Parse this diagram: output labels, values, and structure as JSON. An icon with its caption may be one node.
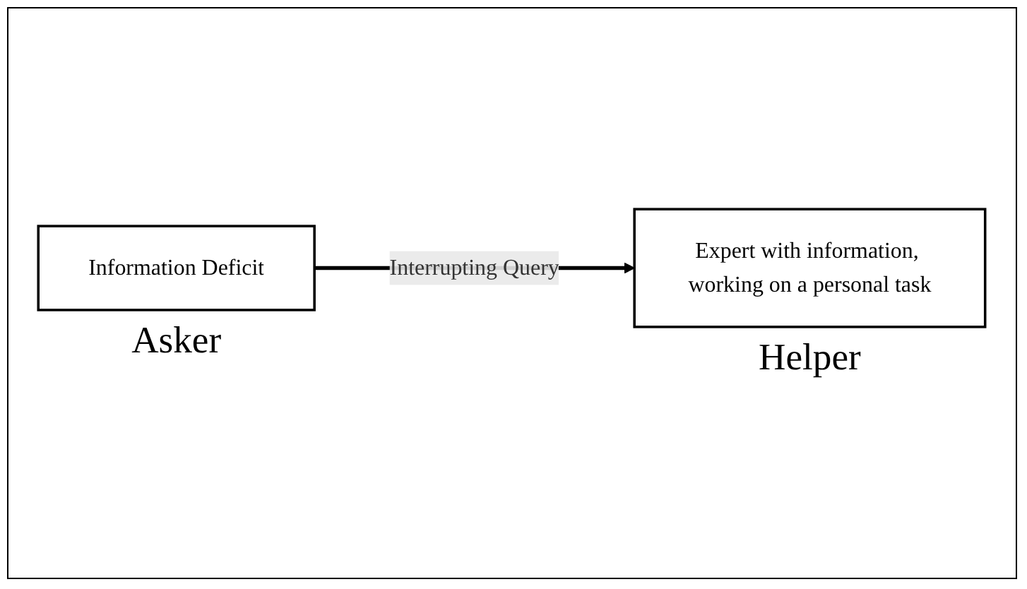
{
  "diagram": {
    "nodes": [
      {
        "text": [
          "Information Deficit"
        ],
        "beside": [
          "Asker"
        ]
      },
      {
        "text": [
          "Expert with information, working on a personal task"
        ],
        "beside": [
          "Helper"
        ]
      }
    ],
    "edges": [
      {
        "from": 0,
        "to": 1,
        "arrow": "to",
        "label": "Interrupting Query"
      }
    ]
  }
}
